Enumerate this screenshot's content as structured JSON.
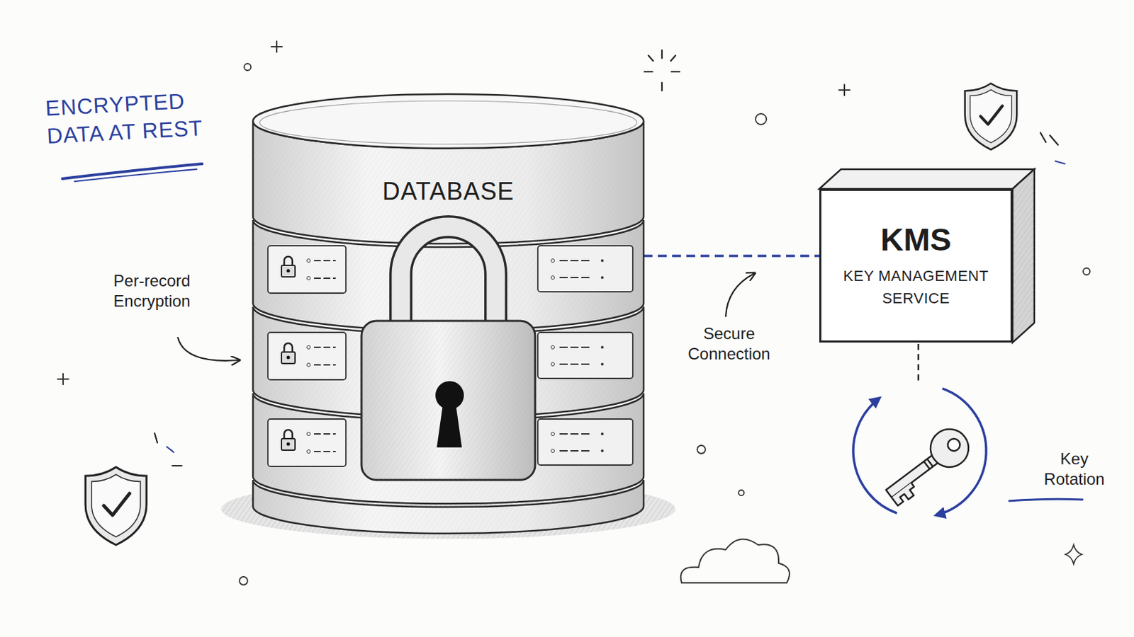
{
  "diagram": {
    "title": "ENCRYPTED DATA AT REST",
    "nodes": [
      {
        "text": [
          "DATABASE"
        ]
      },
      {
        "text": [
          "KMS",
          "KEY MANAGEMENT SERVICE"
        ]
      }
    ],
    "edges": [
      {
        "from": 0,
        "to": 1,
        "arrow": "none",
        "label": "Secure Connection"
      }
    ],
    "labels": [
      "Per-record Encryption",
      "Key Rotation"
    ]
  }
}
